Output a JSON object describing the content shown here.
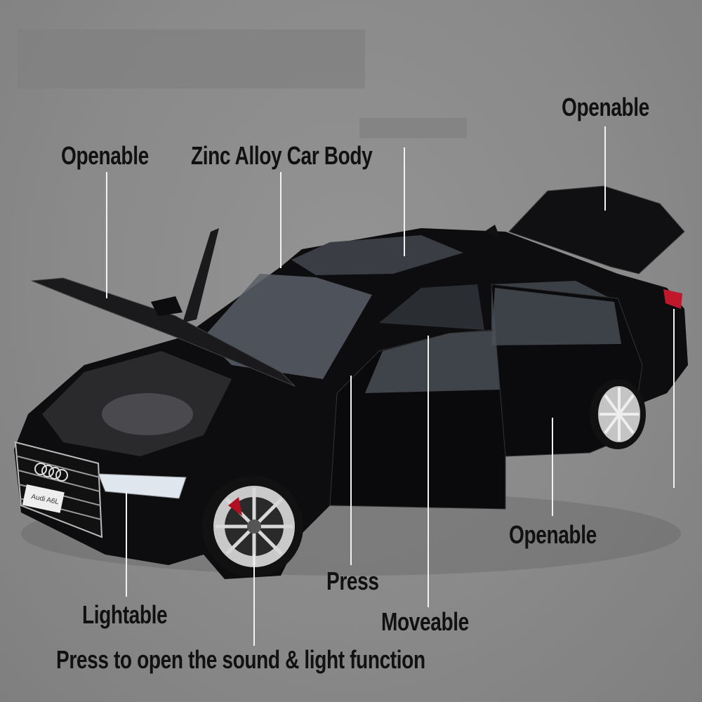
{
  "labels": {
    "hood": "Openable",
    "body": "Zinc Alloy Car Body",
    "trunk": "Openable",
    "rear_door": "Openable",
    "press": "Press",
    "moveable": "Moveable",
    "lightable": "Lightable",
    "sound_light": "Press to open the sound & light function"
  },
  "product": {
    "badge": "Audi A6L",
    "color": "#0d0d0f"
  }
}
